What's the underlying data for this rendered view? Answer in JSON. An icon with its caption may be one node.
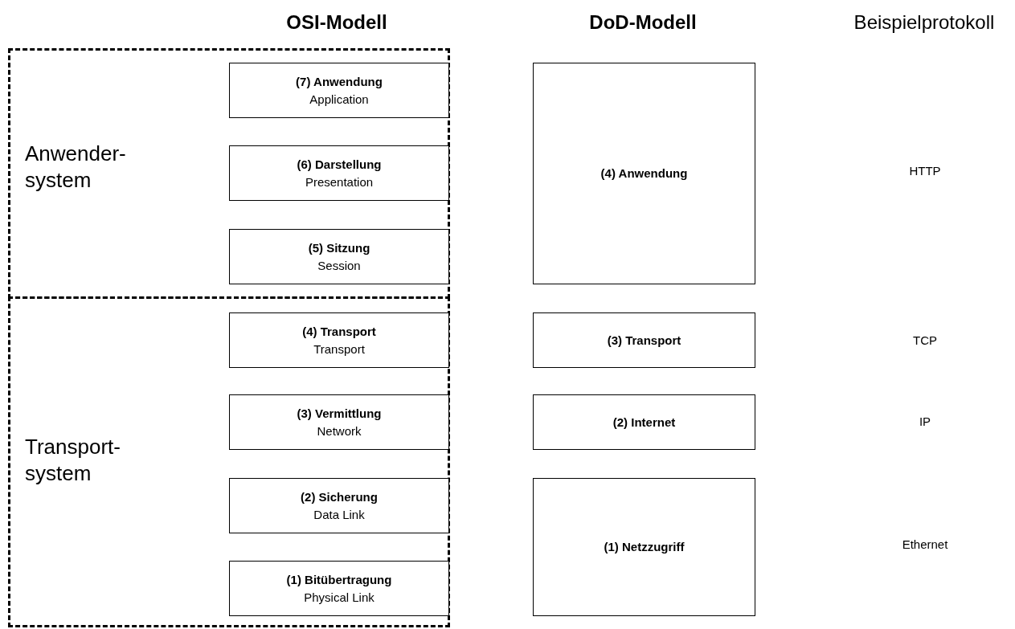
{
  "diagram": {
    "nodes": [
      {
        "text": [
          "Anwender- system"
        ]
      },
      {
        "text": [
          "(7) Anwendung",
          "Application"
        ],
        "in": 0
      },
      {
        "text": [
          "(6) Darstellung",
          "Presentation"
        ],
        "in": 0
      },
      {
        "text": [
          "(5) Sitzung",
          "Session"
        ],
        "in": 0
      },
      {
        "text": [
          "Transport- system"
        ]
      },
      {
        "text": [
          "(4) Transport",
          "Transport"
        ],
        "in": 4
      },
      {
        "text": [
          "(3) Vermittlung",
          "Network"
        ],
        "in": 4
      },
      {
        "text": [
          "(2) Sicherung",
          "Data Link"
        ],
        "in": 4
      },
      {
        "text": [
          "(1) Bitübertragung",
          "Physical Link"
        ],
        "in": 4
      },
      {
        "text": [
          "(4) Anwendung"
        ]
      },
      {
        "text": [
          "(3) Transport"
        ]
      },
      {
        "text": [
          "(2) Internet"
        ]
      },
      {
        "text": [
          "(1) Netzzugriff"
        ]
      }
    ],
    "edges": [],
    "labels": [
      "OSI-Modell",
      "DoD-Modell",
      "Beispielprotokoll",
      "HTTP",
      "TCP",
      "IP",
      "Ethernet"
    ]
  }
}
